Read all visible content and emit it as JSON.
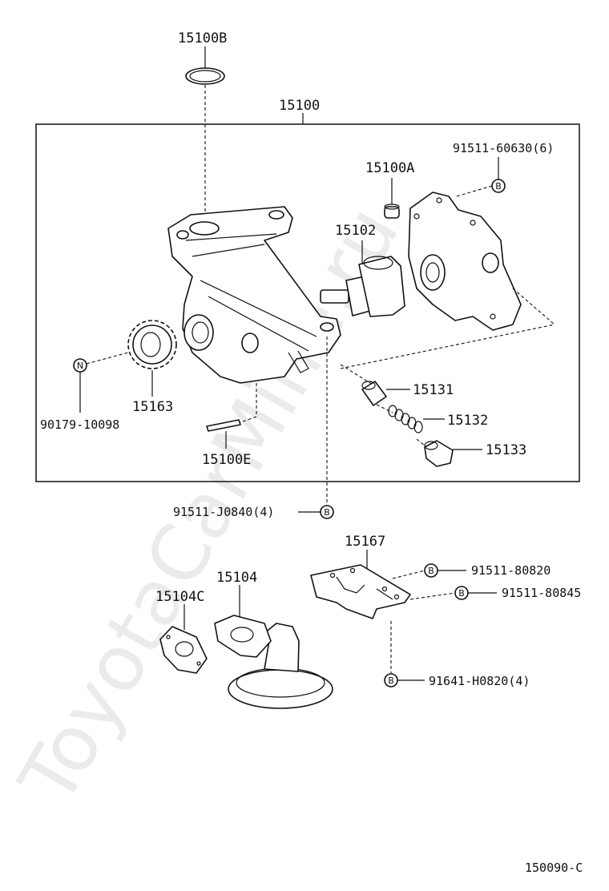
{
  "watermark": "ToyotaCarMine.ru",
  "figure_code": "150090-C",
  "callout_letters": {
    "bolt": "B",
    "nut": "N"
  },
  "labels": {
    "oring": "15100B",
    "pump_assy": "15100",
    "bushing": "15100A",
    "bolt_cover": "91511-60630(6)",
    "rotor": "15102",
    "nut": "90179-10098",
    "gear": "15163",
    "pin": "15100E",
    "valve": "15131",
    "spring": "15132",
    "plug": "15133",
    "bolt_pump": "91511-J0840(4)",
    "bracket": "15167",
    "bolt_bracket_1": "91511-80820",
    "bolt_bracket_2": "91511-80845",
    "bolt_bracket_3": "91641-H0820(4)",
    "strainer": "15104",
    "gasket": "15104C"
  }
}
